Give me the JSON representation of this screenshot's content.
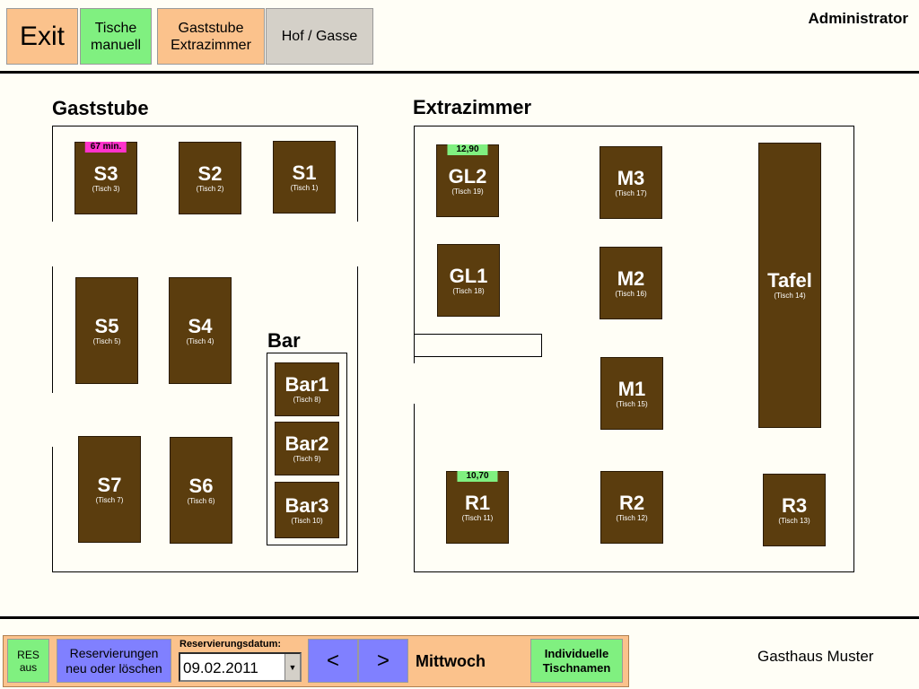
{
  "header": {
    "exit_label": "Exit",
    "manual_label_1": "Tische",
    "manual_label_2": "manuell",
    "room1_label_1": "Gaststube",
    "room1_label_2": "Extrazimmer",
    "room2_label": "Hof / Gasse",
    "user": "Administrator"
  },
  "rooms": {
    "gaststube": "Gaststube",
    "extrazimmer": "Extrazimmer",
    "bar": "Bar"
  },
  "tables": {
    "S3": {
      "name": "S3",
      "sub": "(Tisch 3)",
      "badge": "67 min."
    },
    "S2": {
      "name": "S2",
      "sub": "(Tisch 2)"
    },
    "S1": {
      "name": "S1",
      "sub": "(Tisch 1)"
    },
    "S5": {
      "name": "S5",
      "sub": "(Tisch 5)"
    },
    "S4": {
      "name": "S4",
      "sub": "(Tisch 4)"
    },
    "S7": {
      "name": "S7",
      "sub": "(Tisch 7)"
    },
    "S6": {
      "name": "S6",
      "sub": "(Tisch 6)"
    },
    "Bar1": {
      "name": "Bar1",
      "sub": "(Tisch 8)"
    },
    "Bar2": {
      "name": "Bar2",
      "sub": "(Tisch 9)"
    },
    "Bar3": {
      "name": "Bar3",
      "sub": "(Tisch 10)"
    },
    "GL2": {
      "name": "GL2",
      "sub": "(Tisch 19)",
      "badge": "12,90"
    },
    "GL1": {
      "name": "GL1",
      "sub": "(Tisch 18)"
    },
    "M3": {
      "name": "M3",
      "sub": "(Tisch 17)"
    },
    "M2": {
      "name": "M2",
      "sub": "(Tisch 16)"
    },
    "M1": {
      "name": "M1",
      "sub": "(Tisch 15)"
    },
    "Tafel": {
      "name": "Tafel",
      "sub": "(Tisch 14)"
    },
    "R1": {
      "name": "R1",
      "sub": "(Tisch 11)",
      "badge": "10,70"
    },
    "R2": {
      "name": "R2",
      "sub": "(Tisch 12)"
    },
    "R3": {
      "name": "R3",
      "sub": "(Tisch 13)"
    }
  },
  "footer": {
    "res_label_1": "RES",
    "res_label_2": "aus",
    "reserv_label_1": "Reservierungen",
    "reserv_label_2": "neu oder löschen",
    "date_label": "Reservierungsdatum:",
    "date_value": "09.02.2011",
    "prev": "<",
    "next": ">",
    "weekday": "Mittwoch",
    "names_label_1": "Individuelle",
    "names_label_2": "Tischnamen",
    "business": "Gasthaus Muster"
  },
  "colors": {
    "table": "#5b3d0e",
    "badge_time": "#ff33cc",
    "badge_amount": "#80f080",
    "exit_btn": "#fbc28c",
    "manual_btn": "#80f080",
    "room_btn": "#d4d0c8",
    "blue_btn": "#8080ff",
    "footer_bar": "#fbc28c"
  }
}
